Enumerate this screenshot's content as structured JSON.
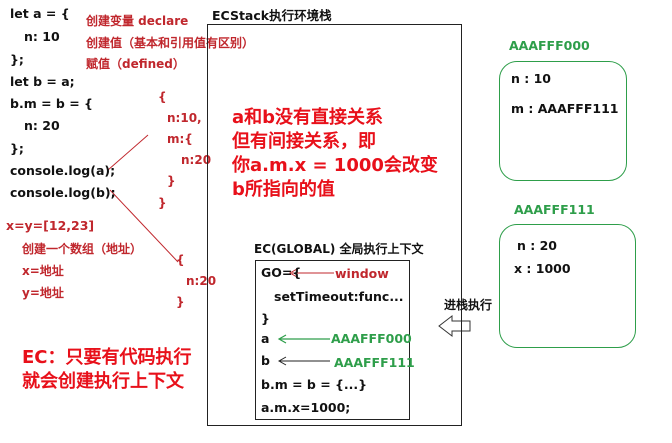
{
  "left_code": {
    "lines": [
      "let a = {",
      "n: 10",
      "};",
      "let b = a;",
      "b.m = b = {",
      "n: 20",
      "};",
      "console.log(a);",
      "console.log(b);"
    ],
    "array_line": "x=y=[12,23]",
    "array_notes": [
      "创建一个数组（地址）",
      "x=地址",
      "y=地址"
    ]
  },
  "annotations": {
    "create_var": "创建变量  declare",
    "create_val": "创建值（基本和引用值有区别）",
    "assign": "赋值（defined）"
  },
  "red_objects": {
    "obj1": [
      "{",
      "n:10,",
      "m:{",
      "n:20",
      "}",
      "}"
    ],
    "obj2": [
      "{",
      "n:20",
      "}"
    ]
  },
  "stack": {
    "title": "ECStack执行环境栈",
    "ec_title": "EC(GLOBAL)  全局执行上下文",
    "go_open": "GO={",
    "window": "window",
    "set_timeout": "setTimeout:func...",
    "go_close": "}",
    "var_a": "a",
    "var_b": "b",
    "addr_a": "AAAFFF000",
    "addr_b": "AAAFFF111",
    "stmt1": "b.m = b = {...}",
    "stmt2": "a.m.x=1000;",
    "push_label": "进栈执行"
  },
  "message": {
    "lines": [
      "a和b没有直接关系",
      "但有间接关系，即",
      "你a.m.x = 1000会改变",
      "b所指向的值"
    ]
  },
  "ec_note": {
    "lines": [
      "EC：只要有代码执行",
      "就会创建执行上下文"
    ]
  },
  "heap1": {
    "address": "AAAFFF000",
    "props": [
      "n : 10",
      "m : AAAFFF111"
    ]
  },
  "heap2": {
    "address": "AAAFFF111",
    "props": [
      "n : 20",
      "x : 1000"
    ]
  },
  "colors": {
    "red": "#c0272d",
    "bright_red": "#e8101a",
    "green": "#2e9e4a"
  }
}
